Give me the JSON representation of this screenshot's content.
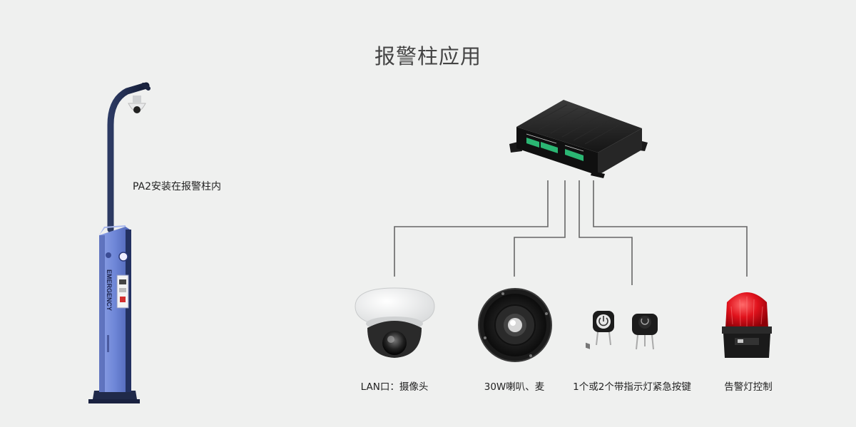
{
  "title": "报警柱应用",
  "pole": {
    "label": "PA2安装在报警柱内",
    "panel_text": "EMERGENCY"
  },
  "devices": [
    {
      "id": "camera",
      "label": "LAN口：摄像头"
    },
    {
      "id": "speaker",
      "label": "30W喇叭、麦"
    },
    {
      "id": "button",
      "label": "1个或2个带指示灯紧急按键"
    },
    {
      "id": "alarm-light",
      "label": "告警灯控制"
    }
  ],
  "colors": {
    "background": "#eff0ef",
    "pole_dark": "#1f2a4a",
    "pole_blue": "#6f87d8",
    "connector_green": "#2bb673",
    "alarm_red": "#d8101a",
    "line": "#666666"
  }
}
